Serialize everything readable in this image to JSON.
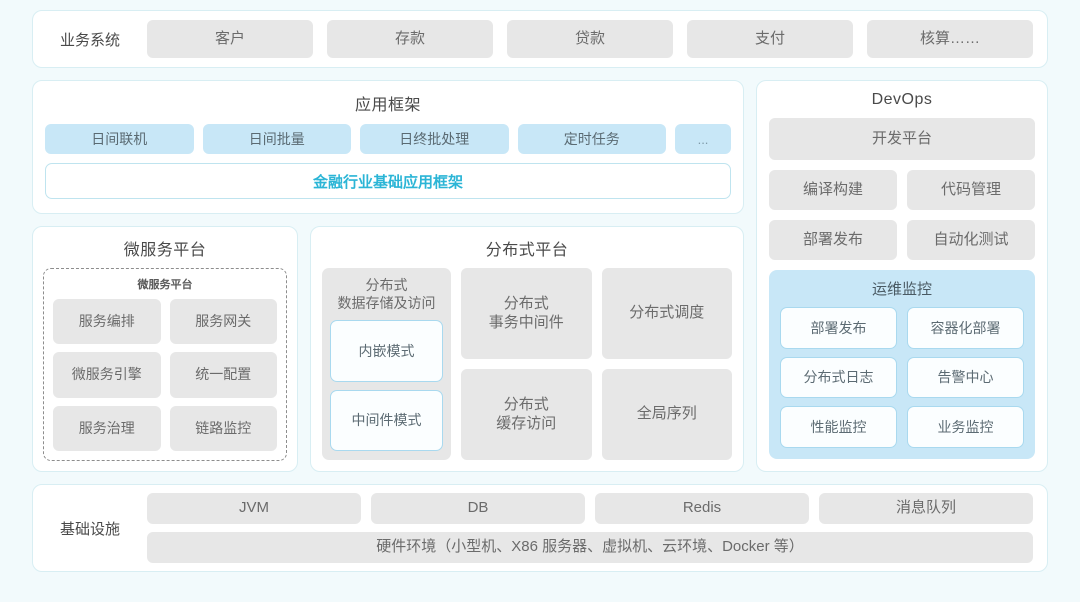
{
  "business_systems": {
    "label": "业务系统",
    "items": [
      "客户",
      "存款",
      "贷款",
      "支付",
      "核算……"
    ]
  },
  "app_framework": {
    "title": "应用框架",
    "chips": [
      "日间联机",
      "日间批量",
      "日终批处理",
      "定时任务"
    ],
    "more": "...",
    "banner": "金融行业基础应用框架"
  },
  "microservice": {
    "title": "微服务平台",
    "inner_title": "微服务平台",
    "items": [
      "服务编排",
      "服务网关",
      "微服务引擎",
      "统一配置",
      "服务治理",
      "链路监控"
    ]
  },
  "distributed": {
    "title": "分布式平台",
    "column1": {
      "title": "分布式\n数据存储及访问",
      "title_line1": "分布式",
      "title_line2": "数据存储及访问",
      "modes": [
        "内嵌模式",
        "中间件模式"
      ]
    },
    "cells": [
      "分布式\n事务中间件",
      "分布式调度",
      "分布式\n缓存访问",
      "全局序列"
    ]
  },
  "devops": {
    "title": "DevOps",
    "platform": "开发平台",
    "items": [
      "编译构建",
      "代码管理",
      "部署发布",
      "自动化测试"
    ],
    "ops": {
      "title": "运维监控",
      "items": [
        "部署发布",
        "容器化部署",
        "分布式日志",
        "告警中心",
        "性能监控",
        "业务监控"
      ]
    }
  },
  "infrastructure": {
    "label": "基础设施",
    "items": [
      "JVM",
      "DB",
      "Redis",
      "消息队列"
    ],
    "hardware": "硬件环境（小型机、X86 服务器、虚拟机、云环境、Docker 等）"
  },
  "colors": {
    "page_bg": "#f2fafc",
    "panel_border": "#d8eef3",
    "chip_gray": "#e7e7e7",
    "chip_blue": "#c8e7f7",
    "accent_cyan": "#2bb5d6"
  }
}
